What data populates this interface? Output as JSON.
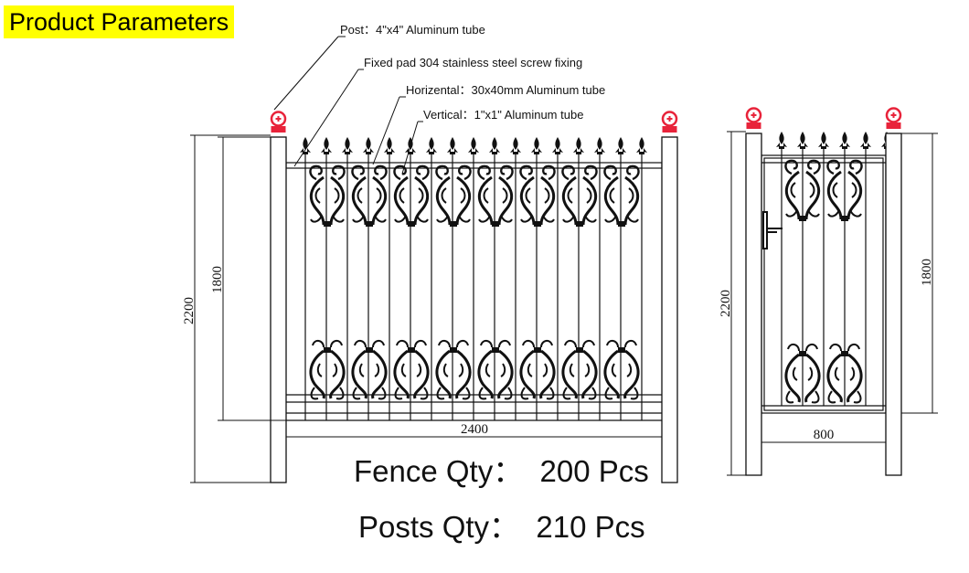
{
  "title": "Product Parameters",
  "callouts": {
    "post": "Post：4\"x4\" Aluminum tube",
    "fixed_pad": "Fixed pad 304 stainless steel screw fixing",
    "horizontal": "Horizental：30x40mm Aluminum tube",
    "vertical": "Vertical：1\"x1\"  Aluminum tube"
  },
  "dimensions": {
    "fence_total_height": "2200",
    "fence_panel_height": "1800",
    "fence_width": "2400",
    "gate_total_height": "2200",
    "gate_panel_height": "1800",
    "gate_width": "800"
  },
  "quantities": {
    "fence": "Fence Qty：  200 Pcs",
    "posts": "Posts Qty：  210 Pcs"
  },
  "colors": {
    "cap": "#e8233a",
    "line": "#111111",
    "highlight": "#ffff00"
  }
}
